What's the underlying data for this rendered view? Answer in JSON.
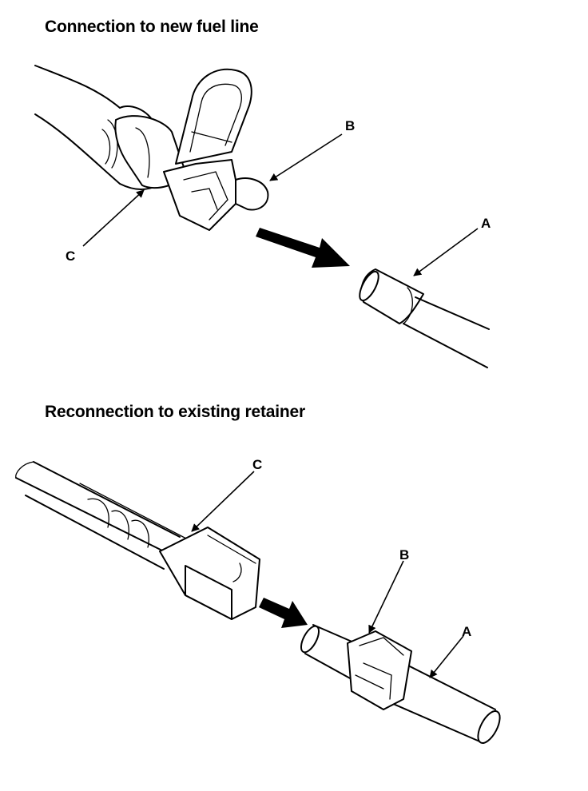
{
  "sections": [
    {
      "title": "Connection to new fuel line",
      "labels": {
        "a": "A",
        "b": "B",
        "c": "C"
      }
    },
    {
      "title": "Reconnection to existing retainer",
      "labels": {
        "a": "A",
        "b": "B",
        "c": "C"
      }
    }
  ]
}
